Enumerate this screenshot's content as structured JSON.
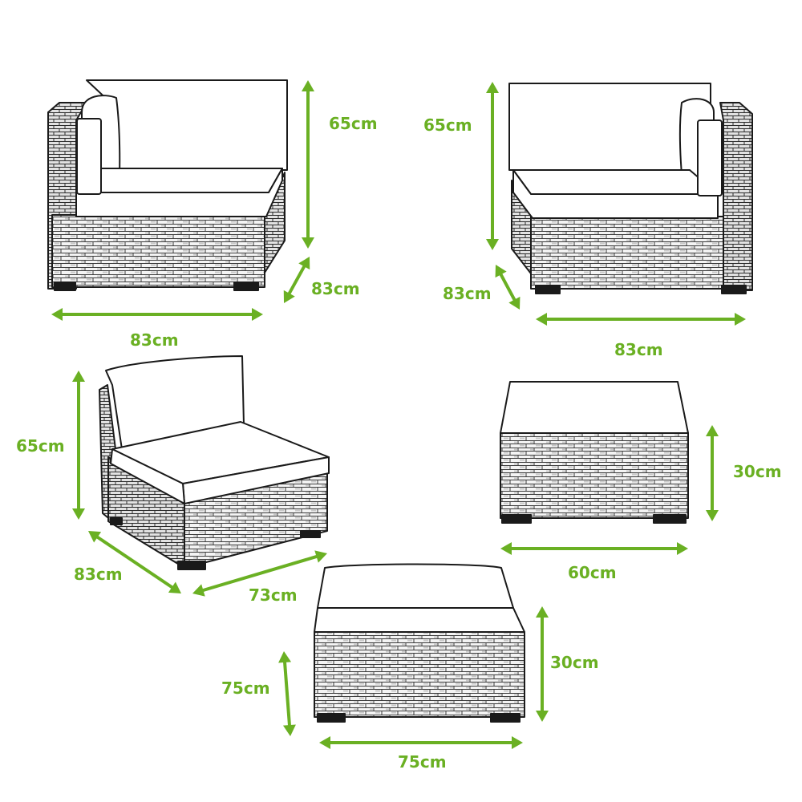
{
  "colors": {
    "accent": "#6ab023",
    "outline": "#1a1a1a",
    "weave": "#555555",
    "cushion": "#ffffff",
    "background": "#ffffff"
  },
  "pieces": [
    {
      "name": "left-corner-sofa",
      "dimensions": {
        "height": "65cm",
        "depth": "83cm",
        "width": "83cm"
      }
    },
    {
      "name": "right-corner-sofa",
      "dimensions": {
        "height": "65cm",
        "depth": "83cm",
        "width": "83cm"
      }
    },
    {
      "name": "middle-armless-chair",
      "dimensions": {
        "height": "65cm",
        "depth": "83cm",
        "width": "73cm"
      }
    },
    {
      "name": "coffee-table",
      "dimensions": {
        "height": "30cm",
        "width": "60cm"
      }
    },
    {
      "name": "ottoman-footstool",
      "dimensions": {
        "height": "30cm",
        "depth": "75cm",
        "width": "75cm"
      }
    }
  ]
}
